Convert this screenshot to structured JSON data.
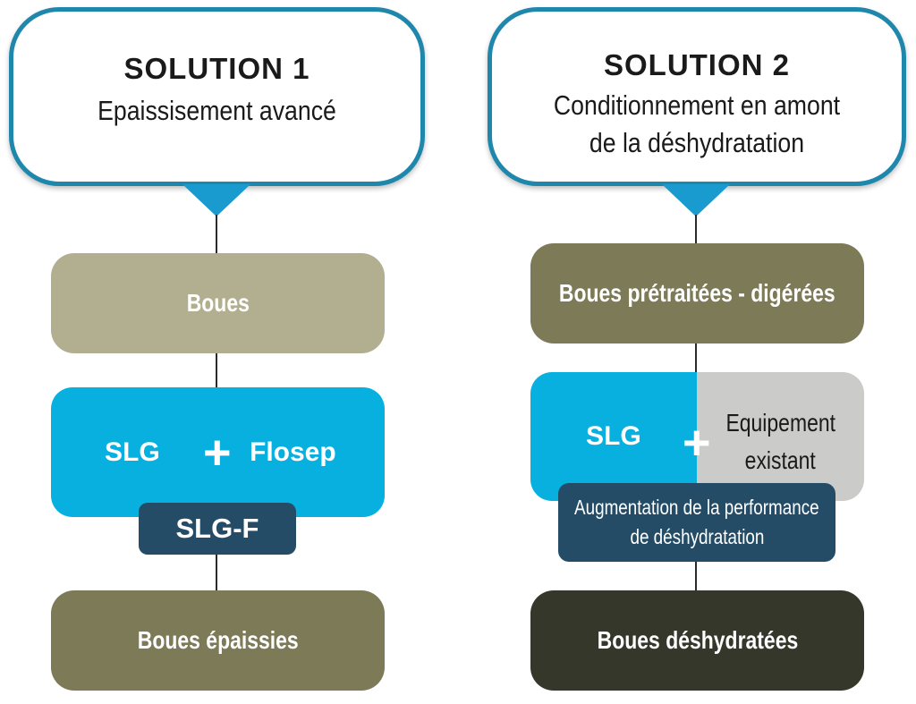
{
  "solution1": {
    "title": "SOLUTION 1",
    "subtitle": "Epaissisement avancé",
    "boues": "Boues",
    "slg": "SLG",
    "plus": "+",
    "flosep": "Flosep",
    "tag": "SLG-F",
    "output": "Boues épaissies"
  },
  "solution2": {
    "title": "SOLUTION 2",
    "subtitle_line1": "Conditionnement en amont",
    "subtitle_line2": "de la déshydratation",
    "boues": "Boues prétraitées - digérées",
    "slg": "SLG",
    "plus": "+",
    "equip_line1": "Equipement",
    "equip_line2": "existant",
    "tag_line1": "Augmentation de la performance",
    "tag_line2": "de déshydratation",
    "output": "Boues déshydratées"
  },
  "colors": {
    "header_border": "#1f87ac",
    "triangle": "#1a9bd0",
    "boues_light": "#b1af8f",
    "boues_olive": "#7d7a57",
    "slg_blue": "#08b0e0",
    "equip_grey": "#cbcbc9",
    "tag_navy": "#244c66",
    "dark_output": "#35372a"
  }
}
